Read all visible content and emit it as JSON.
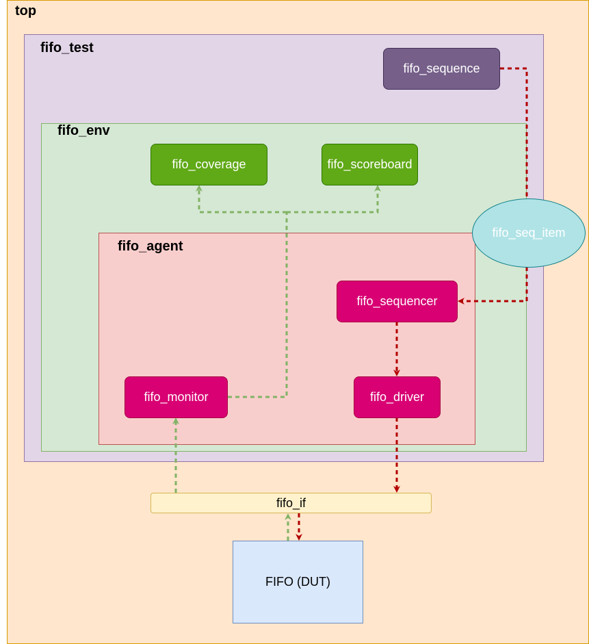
{
  "containers": {
    "top": "top",
    "fifo_test": "fifo_test",
    "fifo_env": "fifo_env",
    "fifo_agent": "fifo_agent"
  },
  "nodes": {
    "fifo_sequence": "fifo_sequence",
    "fifo_coverage": "fifo_coverage",
    "fifo_scoreboard": "fifo_scoreboard",
    "fifo_seq_item": "fifo_seq_item",
    "fifo_sequencer": "fifo_sequencer",
    "fifo_monitor": "fifo_monitor",
    "fifo_driver": "fifo_driver",
    "fifo_if": "fifo_if",
    "dut": "FIFO (DUT)"
  },
  "colors": {
    "top_fill": "#ffe6cc",
    "top_border": "#d79b00",
    "test_fill": "#e1d5e7",
    "test_border": "#9673a6",
    "env_fill": "#d5e8d4",
    "env_border": "#82b366",
    "agent_fill": "#f8cecc",
    "agent_border": "#b85450",
    "red_arrow": "#b20000",
    "green_arrow": "#82b366"
  }
}
